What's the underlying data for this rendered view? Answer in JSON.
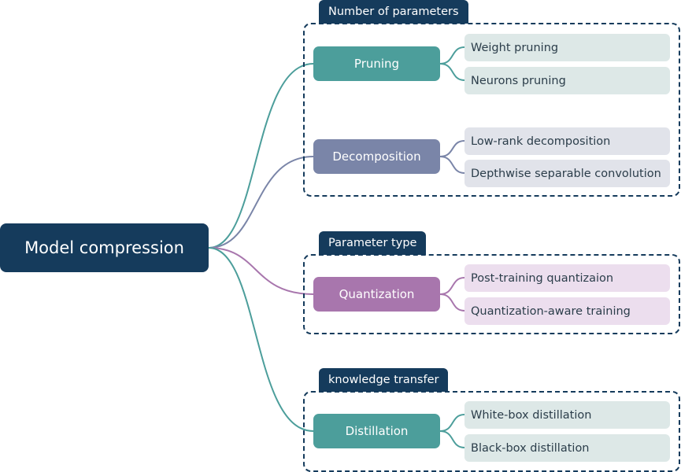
{
  "root": {
    "label": "Model compression"
  },
  "colors": {
    "navy": "#153b5c",
    "teal": "#4c9e9b",
    "slate": "#7a85a8",
    "purple": "#a876ad",
    "teal_leaf": "#dde8e7",
    "slate_leaf": "#e1e3ea",
    "purple_leaf": "#ecdeee"
  },
  "groups": [
    {
      "title": "Number of parameters"
    },
    {
      "title": "Parameter type"
    },
    {
      "title": "knowledge transfer"
    }
  ],
  "methods": [
    {
      "label": "Pruning",
      "color": "#4c9e9b",
      "leaves": [
        "Weight pruning",
        "Neurons pruning"
      ]
    },
    {
      "label": "Decomposition",
      "color": "#7a85a8",
      "leaves": [
        "Low-rank decomposition",
        "Depthwise separable convolution"
      ]
    },
    {
      "label": "Quantization",
      "color": "#a876ad",
      "leaves": [
        "Post-training quantizaion",
        "Quantization-aware training"
      ]
    },
    {
      "label": "Distillation",
      "color": "#4c9e9b",
      "leaves": [
        "White-box distillation",
        "Black-box distillation"
      ]
    }
  ]
}
